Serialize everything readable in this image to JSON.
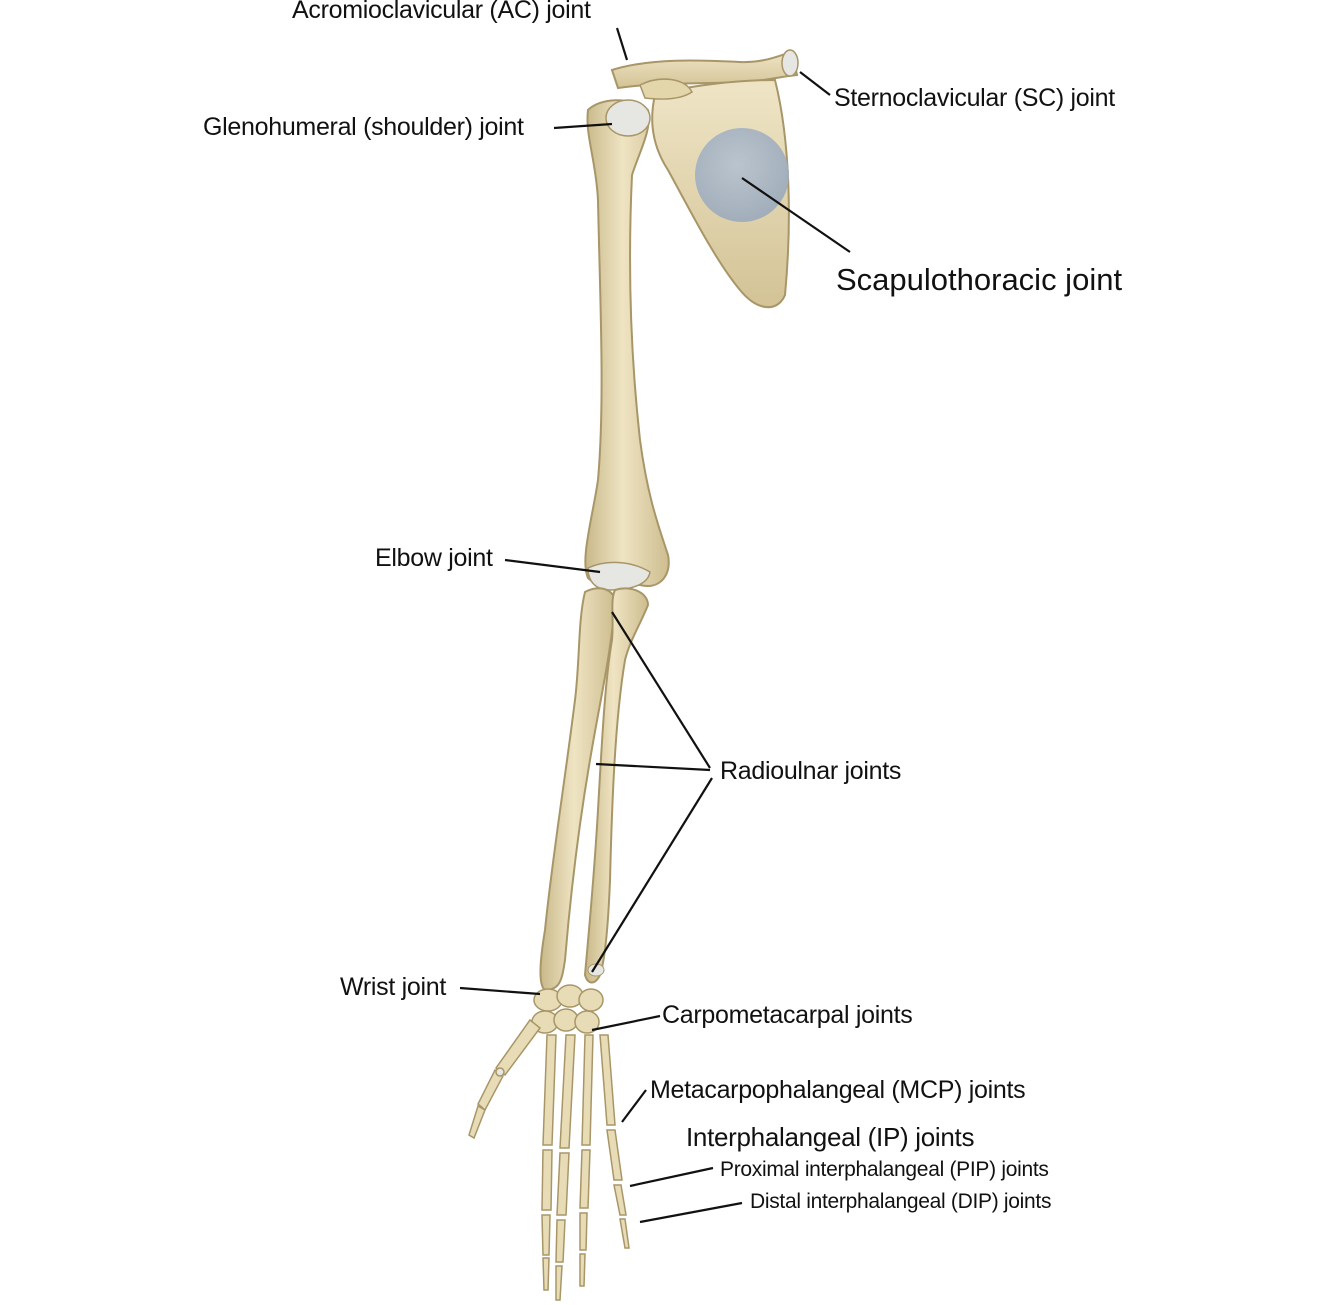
{
  "labels": {
    "ac_joint": "Acromioclavicular (AC) joint",
    "sc_joint": "Sternoclavicular (SC) joint",
    "glenohumeral": "Glenohumeral (shoulder) joint",
    "scapulothoracic": "Scapulothoracic joint",
    "elbow": "Elbow joint",
    "radioulnar": "Radioulnar joints",
    "wrist": "Wrist joint",
    "carpometacarpal": "Carpometacarpal joints",
    "mcp": "Metacarpophalangeal (MCP) joints",
    "ip": "Interphalangeal (IP) joints",
    "pip": "Proximal interphalangeal (PIP) joints",
    "dip": "Distal interphalangeal (DIP) joints"
  },
  "colors": {
    "bone": "#e8dcb6",
    "bone_shadow": "#c9b98a",
    "bone_outline": "#a89668",
    "cartilage": "#e6e6e2",
    "scapulothoracic_highlight": "#a7b4c2",
    "leader_line": "#111111"
  }
}
